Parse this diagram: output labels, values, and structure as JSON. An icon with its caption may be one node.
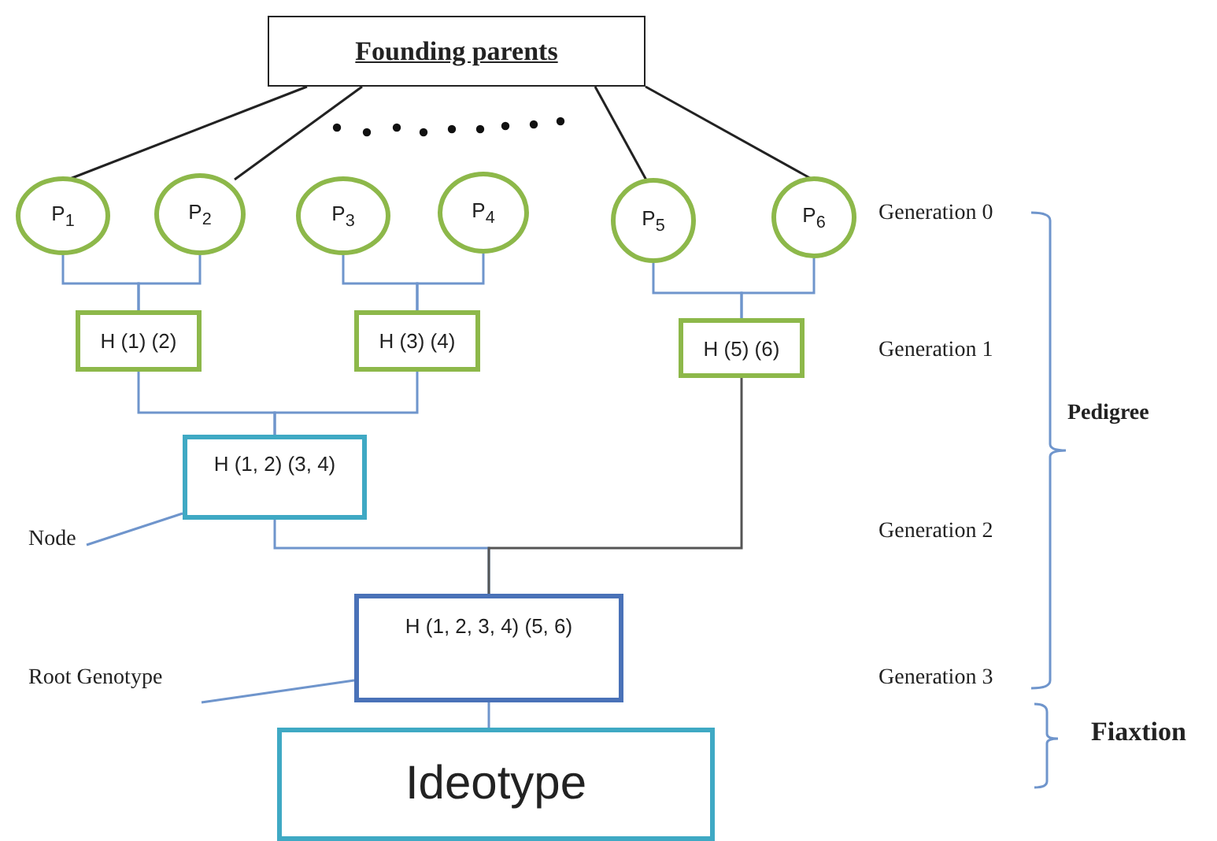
{
  "diagram": {
    "nodes": [
      {
        "text": [
          "Founding parents"
        ]
      },
      {
        "text": [
          "P$_{1}$"
        ]
      },
      {
        "text": [
          "P$_{2}$"
        ]
      },
      {
        "text": [
          "P$_{3}$"
        ]
      },
      {
        "text": [
          "P$_{4}$"
        ]
      },
      {
        "text": [
          "P$_{5}$"
        ]
      },
      {
        "text": [
          "P$_{6}$"
        ]
      },
      {
        "text": [
          "H (1) (2)"
        ]
      },
      {
        "text": [
          "H (3) (4)"
        ]
      },
      {
        "text": [
          "H (5) (6)"
        ]
      },
      {
        "text": [
          "H (1, 2) (3, 4)"
        ]
      },
      {
        "text": [
          "H (1, 2, 3, 4) (5, 6)"
        ]
      },
      {
        "text": [
          "Ideotype"
        ]
      },
      {
        "text": [
          "Node"
        ]
      },
      {
        "text": [
          "Root Genotype"
        ]
      }
    ],
    "edges": [
      {
        "from": 0,
        "to": 1,
        "arrow": "none",
        "color": "#222222"
      },
      {
        "from": 0,
        "to": 2,
        "arrow": "none",
        "color": "#222222"
      },
      {
        "from": 0,
        "to": 5,
        "arrow": "none",
        "color": "#222222"
      },
      {
        "from": 0,
        "to": 6,
        "arrow": "none",
        "color": "#222222"
      },
      {
        "from": 1,
        "to": 7,
        "arrow": "none"
      },
      {
        "from": 2,
        "to": 7,
        "arrow": "none"
      },
      {
        "from": 3,
        "to": 8,
        "arrow": "none"
      },
      {
        "from": 4,
        "to": 8,
        "arrow": "none"
      },
      {
        "from": 5,
        "to": 9,
        "arrow": "none"
      },
      {
        "from": 6,
        "to": 9,
        "arrow": "none"
      },
      {
        "from": 7,
        "to": 10,
        "arrow": "none"
      },
      {
        "from": 8,
        "to": 10,
        "arrow": "none"
      },
      {
        "from": 10,
        "to": 11,
        "arrow": "none"
      },
      {
        "from": 9,
        "to": 11,
        "arrow": "none",
        "color": "#555555"
      },
      {
        "from": 11,
        "to": 12,
        "arrow": "none"
      },
      {
        "from": 13,
        "to": 10,
        "arrow": "none"
      },
      {
        "from": 14,
        "to": 11,
        "arrow": "none"
      }
    ],
    "labels": [
      "Generation 0",
      "Generation 1",
      "Pedigree",
      "Generation 2",
      "Generation 3",
      "Fiaxtion"
    ]
  }
}
